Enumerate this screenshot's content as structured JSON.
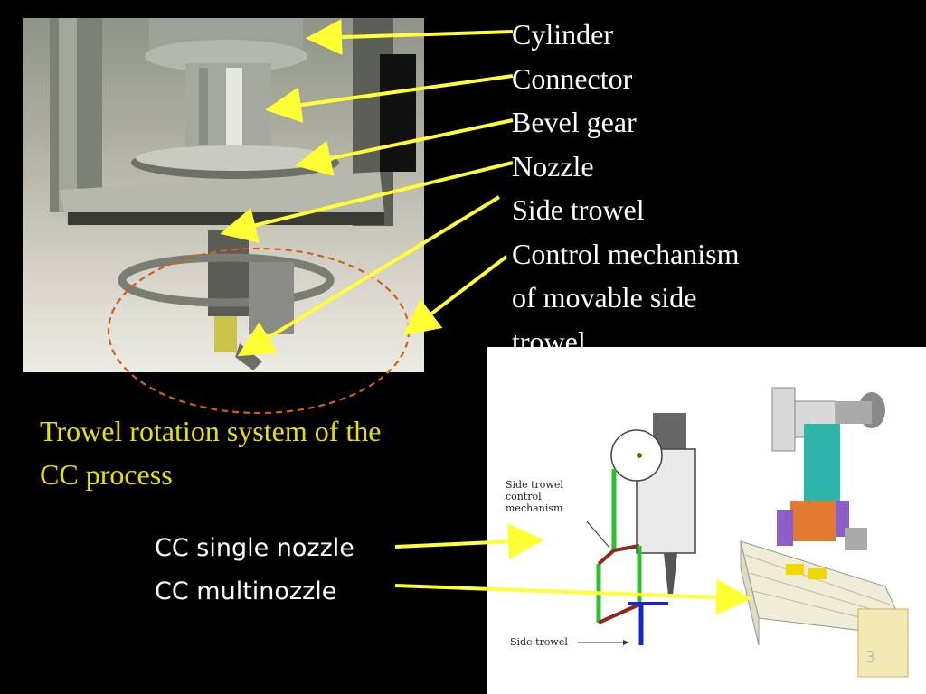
{
  "labels": {
    "cylinder": "Cylinder",
    "connector": "Connector",
    "bevel_gear": "Bevel gear",
    "nozzle": "Nozzle",
    "side_trowel": "Side trowel",
    "control_line1": "Control mechanism",
    "control_line2": "of movable side",
    "control_line3": "trowel"
  },
  "caption": {
    "line1": "Trowel rotation system of the",
    "line2": "CC process"
  },
  "cc_labels": {
    "single": "CC single nozzle",
    "multi": "CC multinozzle"
  },
  "diagram": {
    "side_trowel_control_1": "Side trowel",
    "side_trowel_control_2": "control",
    "side_trowel_control_3": "mechanism",
    "side_trowel": "Side trowel"
  },
  "page_number": "3",
  "colors": {
    "arrow": "#ffff33",
    "caption": "#e8e000",
    "ellipse": "#d0601a",
    "background": "#000000"
  }
}
